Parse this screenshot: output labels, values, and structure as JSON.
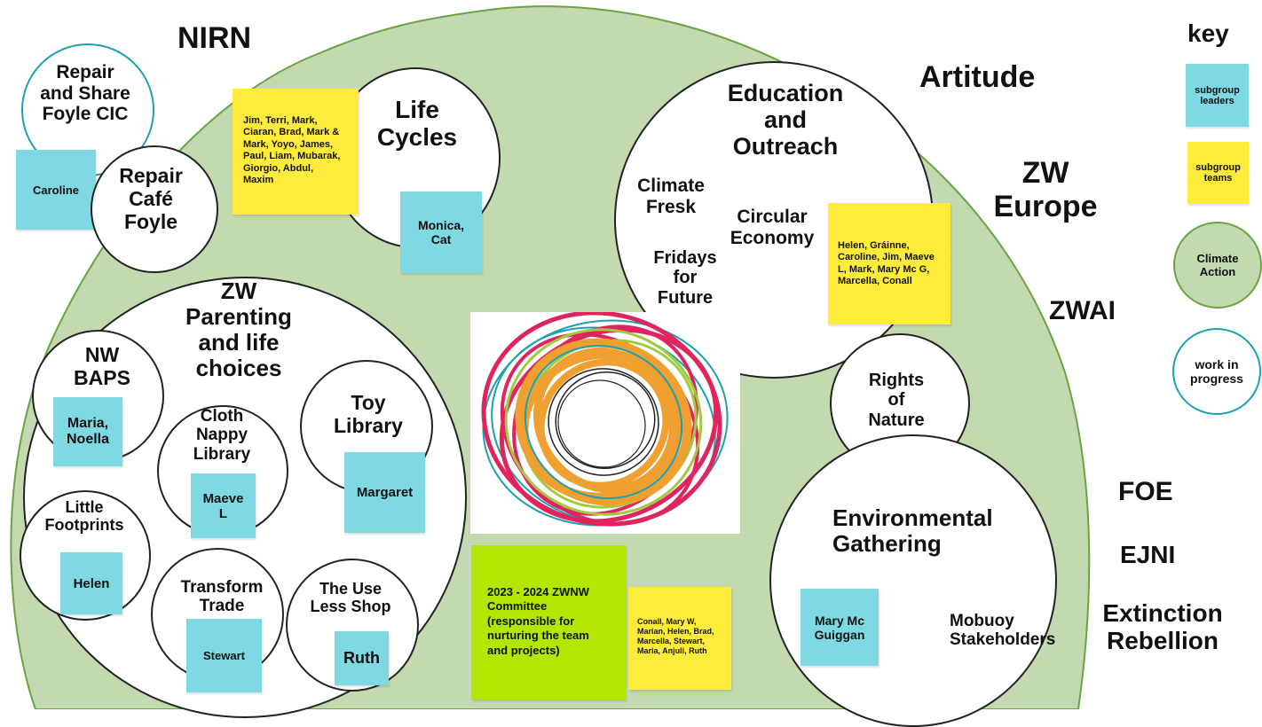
{
  "colors": {
    "climate_action_fill": "#c3d9b0",
    "climate_action_border": "#6aa341",
    "work_in_progress_border": "#1ba1b3",
    "subgroup_leader_note": "#7fd9e3",
    "subgroup_team_note": "#ffeb3b",
    "committee_note": "#b3e600"
  },
  "outside_orgs": {
    "nirn": "NIRN",
    "artitude": "Artitude",
    "zw_europe": "ZW\nEurope",
    "zwai": "ZWAI",
    "foe": "FOE",
    "ejni": "EJNI",
    "extinction_rebellion": "Extinction\nRebellion"
  },
  "key": {
    "title": "key",
    "subgroup_leaders": "subgroup\nleaders",
    "subgroup_teams": "subgroup\nteams",
    "climate_action": "Climate\nAction",
    "work_in_progress": "work in\nprogress"
  },
  "groups": {
    "repair_share": {
      "label": "Repair\nand Share\nFoyle CIC",
      "leader": "Caroline"
    },
    "repair_cafe": {
      "label": "Repair\nCafé\nFoyle"
    },
    "life_cycles": {
      "label": "Life\nCycles",
      "team": "Jim, Terri, Mark,\nCiaran, Brad, Mark &\nMark, Yoyo, James,\nPaul, Liam, Mubarak,\nGiorgio, Abdul,\nMaxim",
      "leader": "Monica,\nCat"
    },
    "education": {
      "label": "Education\nand\nOutreach",
      "climate_fresk": "Climate\nFresk",
      "circular_economy": "Circular\nEconomy",
      "fridays": "Fridays\nfor\nFuture",
      "team": "Helen, Gráinne,\nCaroline, Jim, Maeve\nL, Mark, Mary Mc G,\nMarcella, Conall"
    },
    "parenting": {
      "label": "ZW\nParenting\nand life\nchoices",
      "nw_baps": {
        "label": "NW\nBAPS",
        "leader": "Maria,\nNoella"
      },
      "cloth_nappy": {
        "label": "Cloth\nNappy\nLibrary",
        "leader": "Maeve\nL"
      },
      "toy_library": {
        "label": "Toy\nLibrary",
        "leader": "Margaret"
      },
      "little_footprints": {
        "label": "Little\nFootprints",
        "leader": "Helen"
      },
      "transform_trade": {
        "label": "Transform\nTrade",
        "leader": "Stewart"
      },
      "use_less_shop": {
        "label": "The Use\nLess Shop",
        "leader": "Ruth"
      }
    },
    "rights_of_nature": {
      "label": "Rights\nof\nNature"
    },
    "environmental": {
      "label": "Environmental\nGathering",
      "leader": "Mary Mc\nGuiggan",
      "mobuoy": "Mobuoy\nStakeholders"
    },
    "committee": {
      "label": "2023 - 2024 ZWNW\nCommittee\n(responsible for\nnurturing the team\nand projects)",
      "team": "Conall, Mary W,\nMarian, Helen, Brad,\nMarcella, Stewart,\nMaria, Anjuli, Ruth"
    }
  }
}
